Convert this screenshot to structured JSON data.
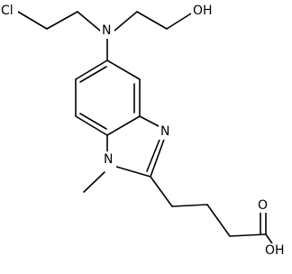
{
  "molecule": {
    "atoms": {
      "cl": "Cl",
      "n_amine": "N",
      "oh_top": "OH",
      "n_imidazole": "N",
      "n_methyl": "N",
      "o_carbonyl": "O",
      "oh_acid": "OH"
    },
    "bond_color": "#000000",
    "background_color": "#ffffff"
  }
}
